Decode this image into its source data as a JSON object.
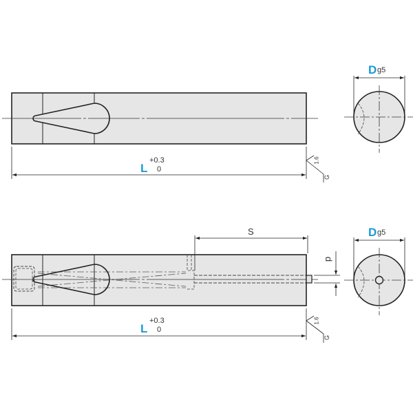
{
  "drawing": {
    "title": "Shaft with tapered slot (pin) technical drawing",
    "colors": {
      "body_fill": "#e6e6e6",
      "outline": "#222222",
      "accent": "#1a9ad6",
      "hidden_line": "#444444"
    },
    "view_top": {
      "length_label": "L",
      "length_tol_upper": "+0.3",
      "length_tol_lower": "0",
      "roughness_value": "1.6",
      "grinding_symbol": "G"
    },
    "view_top_end": {
      "diameter_label": "D",
      "diameter_fit": "g5"
    },
    "view_bottom": {
      "length_label": "L",
      "length_tol_upper": "+0.3",
      "length_tol_lower": "0",
      "stroke_label": "S",
      "small_dia_label": "d",
      "roughness_value": "1.6",
      "grinding_symbol": "G"
    },
    "view_bottom_end": {
      "diameter_label": "D",
      "diameter_fit": "g5"
    }
  }
}
